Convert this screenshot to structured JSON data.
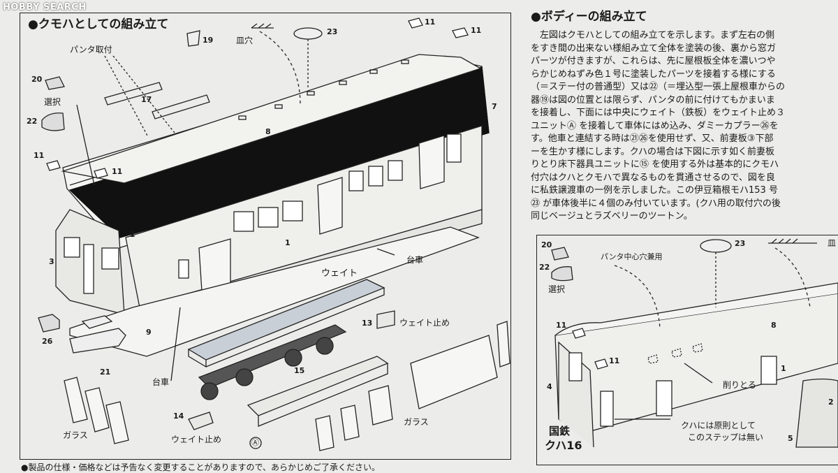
{
  "watermark": "HOBBY SEARCH",
  "left_panel": {
    "heading": "●クモハとしての組み立て",
    "labels": {
      "pantograph_mount": "パンタ取付",
      "roof_hole": "皿穴",
      "select_left": "選択",
      "bogie_right": "台車",
      "weight": "ウェイト",
      "weight_stopper_13": "ウェイト止め",
      "bogie_left": "台車",
      "weight_stopper_14": "ウェイト止め",
      "glass_left": "ガラス",
      "glass_right": "ガラス",
      "circle_a": "Ⓐ"
    },
    "part_numbers": {
      "p19": "19",
      "p23": "23",
      "p11a": "11",
      "p11b": "11",
      "p20": "20",
      "p17": "17",
      "p7": "7",
      "p22": "22",
      "p8": "8",
      "p11c": "11",
      "p11d": "11",
      "p2": "2",
      "p3": "3",
      "p1": "1",
      "p26": "26",
      "p9": "9",
      "p21": "21",
      "p13": "13",
      "p15": "15",
      "p14": "14"
    }
  },
  "right_panel": {
    "heading": "●ボディーの組み立て",
    "paragraph_lines": [
      "左図はクモハとしての組み立てを示します。まず左右の側",
      "をすき間の出来ない様組み立て全体を塗装の後、裏から窓ガ",
      "パーツが付きますが、これらは、先に屋根板全体を濃いつや",
      "らかじめねずみ色１号に塗装したパーツを接着する様にする",
      "（＝ステー付の普通型）又は㉒（＝埋込型一張上屋根車からの",
      "器⑲は図の位置とは限らず、パンタの前に付けてもかまいま",
      "を接着し、下面には中央にウェイト（鉄板）をウェイト止め３",
      "ユニットⒶ を接着して車体にはめ込み、ダミーカプラー㉖を",
      "す。他車と連結する時は㉑㉖を使用せず、又、前妻板③下部",
      "ーを生かす様にします。クハの場合は下図に示す如く前妻板",
      "りとり床下器具ユニットに⑮ を使用する外は基本的にクモハ",
      "付穴はクハとクモハで異なるものを貫通させるので、図を良",
      "に私鉄譲渡車の一例を示しました。この伊豆箱根モハ153 号",
      "㉓ が車体後半に４個のみ付いています。(クハ用の取付穴の後",
      "同じベージュとラズベリーのツートン。"
    ],
    "inset": {
      "pantograph_center_hole": "パンタ中心穴兼用",
      "select": "選択",
      "cut_off": "削りとる",
      "kuha_note_line1": "クハには原則として",
      "kuha_note_line2": "このステップは無い",
      "jnr": "国鉄",
      "kuha16": "クハ16",
      "roof_hole_partial": "皿",
      "part_numbers": {
        "p20": "20",
        "p23": "23",
        "p22": "22",
        "p11a": "11",
        "p8": "8",
        "p11b": "11",
        "p1": "1",
        "p4": "4",
        "p5": "5",
        "p2": "2"
      }
    }
  },
  "footnote": "●製品の仕様・価格などは予告なく変更することがありますので、あらかじめご了承ください。"
}
